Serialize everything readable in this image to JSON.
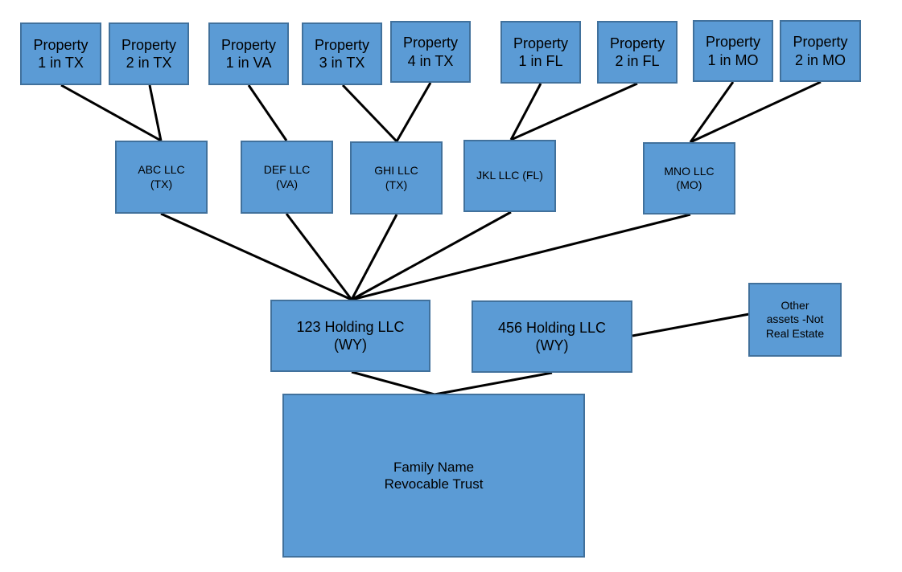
{
  "properties": [
    {
      "line1": "Property",
      "line2": "1 in TX"
    },
    {
      "line1": "Property",
      "line2": "2 in TX"
    },
    {
      "line1": "Property",
      "line2": "1 in VA"
    },
    {
      "line1": "Property",
      "line2": "3 in TX"
    },
    {
      "line1": "Property",
      "line2": "4 in TX"
    },
    {
      "line1": "Property",
      "line2": "1 in FL"
    },
    {
      "line1": "Property",
      "line2": "2 in FL"
    },
    {
      "line1": "Property",
      "line2": "1 in MO"
    },
    {
      "line1": "Property",
      "line2": "2 in MO"
    }
  ],
  "llcs": [
    {
      "line1": "ABC LLC",
      "line2": "(TX)"
    },
    {
      "line1": "DEF LLC",
      "line2": "(VA)"
    },
    {
      "line1": "GHI LLC",
      "line2": "(TX)"
    },
    {
      "line1": "JKL LLC (FL)",
      "line2": ""
    },
    {
      "line1": "MNO LLC",
      "line2": "(MO)"
    }
  ],
  "holdings": [
    {
      "line1": "123 Holding LLC",
      "line2": "(WY)"
    },
    {
      "line1": "456 Holding LLC",
      "line2": "(WY)"
    }
  ],
  "other_assets": {
    "line1": "Other",
    "line2": "assets -Not",
    "line3": "Real Estate"
  },
  "trust": {
    "line1": "Family Name",
    "line2": "Revocable Trust"
  },
  "colors": {
    "box_fill": "#5b9bd5",
    "box_border": "#41719c",
    "connector": "#000000"
  }
}
